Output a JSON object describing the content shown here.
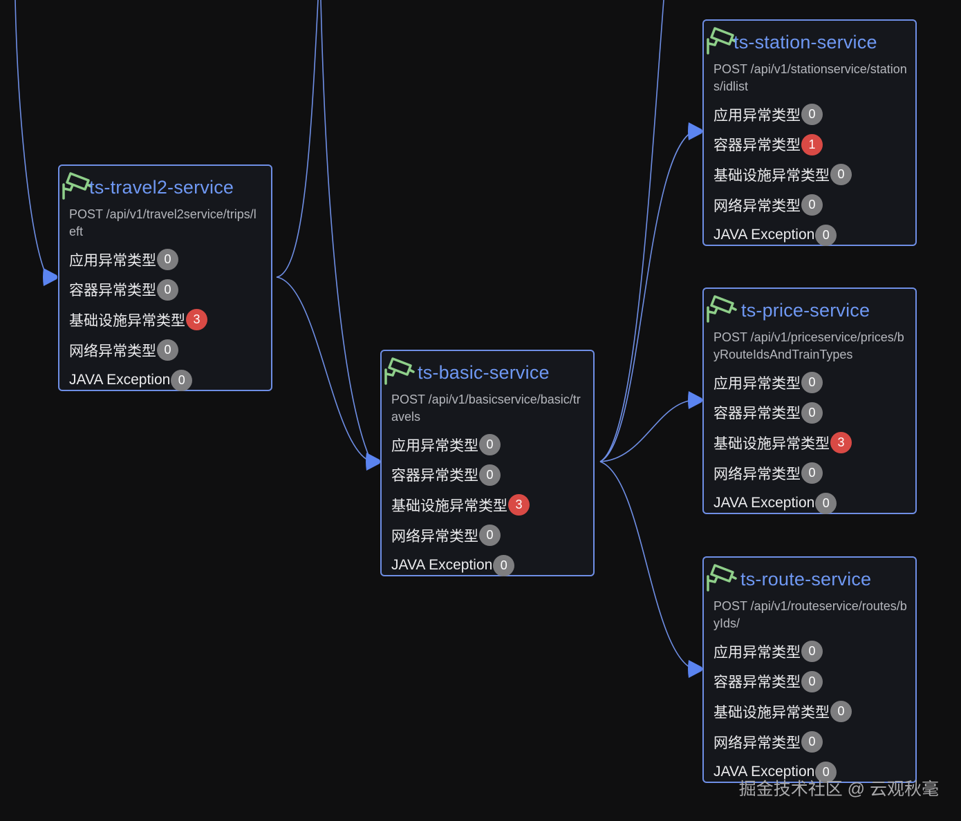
{
  "colors": {
    "background": "#0f0f10",
    "node_border": "#6f8fe6",
    "node_fill": "#15171c",
    "title": "#6f98f3",
    "edge": "#6f8fe6",
    "camera_icon": "#8fcf8a",
    "badge_zero": "#7e7e80",
    "badge_alert": "#d94a45"
  },
  "nodes": [
    {
      "id": "travel2",
      "title": "ts-travel2-service",
      "icon": "camera-icon",
      "endpoint": "POST /api/v1/travel2service/trips/left",
      "rows": [
        {
          "label": "应用异常类型",
          "count": "0"
        },
        {
          "label": "容器异常类型",
          "count": "0"
        },
        {
          "label": "基础设施异常类型",
          "count": "3"
        },
        {
          "label": "网络异常类型",
          "count": "0"
        },
        {
          "label": "JAVA Exception",
          "count": "0"
        }
      ]
    },
    {
      "id": "basic",
      "title": "ts-basic-service",
      "icon": "camera-icon",
      "endpoint": "POST /api/v1/basicservice/basic/travels",
      "rows": [
        {
          "label": "应用异常类型",
          "count": "0"
        },
        {
          "label": "容器异常类型",
          "count": "0"
        },
        {
          "label": "基础设施异常类型",
          "count": "3"
        },
        {
          "label": "网络异常类型",
          "count": "0"
        },
        {
          "label": "JAVA Exception",
          "count": "0"
        }
      ]
    },
    {
      "id": "station",
      "title": "ts-station-service",
      "icon": "camera-icon",
      "endpoint": "POST /api/v1/stationservice/stations/idlist",
      "rows": [
        {
          "label": "应用异常类型",
          "count": "0"
        },
        {
          "label": "容器异常类型",
          "count": "1"
        },
        {
          "label": "基础设施异常类型",
          "count": "0"
        },
        {
          "label": "网络异常类型",
          "count": "0"
        },
        {
          "label": "JAVA Exception",
          "count": "0"
        }
      ]
    },
    {
      "id": "price",
      "title": "ts-price-service",
      "icon": "camera-icon",
      "endpoint": "POST /api/v1/priceservice/prices/byRouteIdsAndTrainTypes",
      "rows": [
        {
          "label": "应用异常类型",
          "count": "0"
        },
        {
          "label": "容器异常类型",
          "count": "0"
        },
        {
          "label": "基础设施异常类型",
          "count": "3"
        },
        {
          "label": "网络异常类型",
          "count": "0"
        },
        {
          "label": "JAVA Exception",
          "count": "0"
        }
      ]
    },
    {
      "id": "route",
      "title": "ts-route-service",
      "icon": "camera-icon",
      "endpoint": "POST /api/v1/routeservice/routes/byIds/",
      "rows": [
        {
          "label": "应用异常类型",
          "count": "0"
        },
        {
          "label": "容器异常类型",
          "count": "0"
        },
        {
          "label": "基础设施异常类型",
          "count": "0"
        },
        {
          "label": "网络异常类型",
          "count": "0"
        },
        {
          "label": "JAVA Exception",
          "count": "0"
        }
      ]
    }
  ],
  "edges": [
    {
      "from": "offscreen-top-left",
      "to": "travel2"
    },
    {
      "from": "offscreen-top",
      "to": "basic"
    },
    {
      "from": "travel2",
      "to": "offscreen-top"
    },
    {
      "from": "travel2",
      "to": "basic"
    },
    {
      "from": "basic",
      "to": "station"
    },
    {
      "from": "basic",
      "to": "price"
    },
    {
      "from": "basic",
      "to": "route"
    },
    {
      "from": "basic",
      "to": "offscreen-top-right"
    }
  ],
  "watermark": "掘金技术社区 @ 云观秋毫"
}
